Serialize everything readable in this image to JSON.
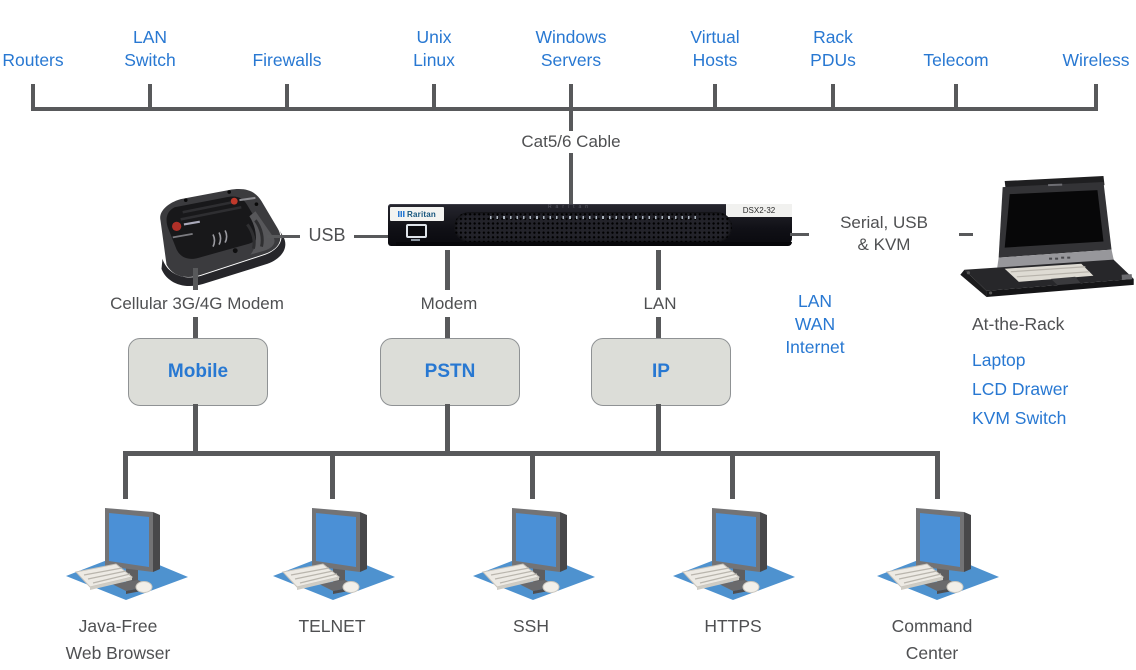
{
  "colors": {
    "accent_blue": "#2878D2",
    "line_gray": "#58595B",
    "caption_gray": "#4F5052",
    "box_fill": "#DCDDD8"
  },
  "top_nodes": [
    {
      "lines": [
        "Routers"
      ]
    },
    {
      "lines": [
        "LAN",
        "Switch"
      ]
    },
    {
      "lines": [
        "Firewalls"
      ]
    },
    {
      "lines": [
        "Unix",
        "Linux"
      ]
    },
    {
      "lines": [
        "Windows",
        "Servers"
      ]
    },
    {
      "lines": [
        "Virtual",
        "Hosts"
      ]
    },
    {
      "lines": [
        "Rack",
        "PDUs"
      ]
    },
    {
      "lines": [
        "Telecom"
      ]
    },
    {
      "lines": [
        "Wireless"
      ]
    }
  ],
  "cable_label": "Cat5/6 Cable",
  "usb_link_label": "USB",
  "serial_link": {
    "lines": [
      "Serial, USB",
      "& KVM"
    ]
  },
  "device": {
    "brand": "Raritan",
    "model": "DSX2-32"
  },
  "access_paths": [
    {
      "caption": "Cellular 3G/4G Modem",
      "box": "Mobile"
    },
    {
      "caption": "Modem",
      "box": "PSTN"
    },
    {
      "caption": "LAN",
      "box": "IP"
    }
  ],
  "network_cloud": {
    "lines": [
      "LAN",
      "WAN",
      "Internet"
    ]
  },
  "rack_access": {
    "title": "At-the-Rack",
    "items": [
      "Laptop",
      "LCD Drawer",
      "KVM Switch"
    ]
  },
  "clients": [
    {
      "lines": [
        "Java-Free",
        "Web Browser"
      ]
    },
    {
      "lines": [
        "TELNET"
      ]
    },
    {
      "lines": [
        "SSH"
      ]
    },
    {
      "lines": [
        "HTTPS"
      ]
    },
    {
      "lines": [
        "Command",
        "Center"
      ]
    }
  ]
}
